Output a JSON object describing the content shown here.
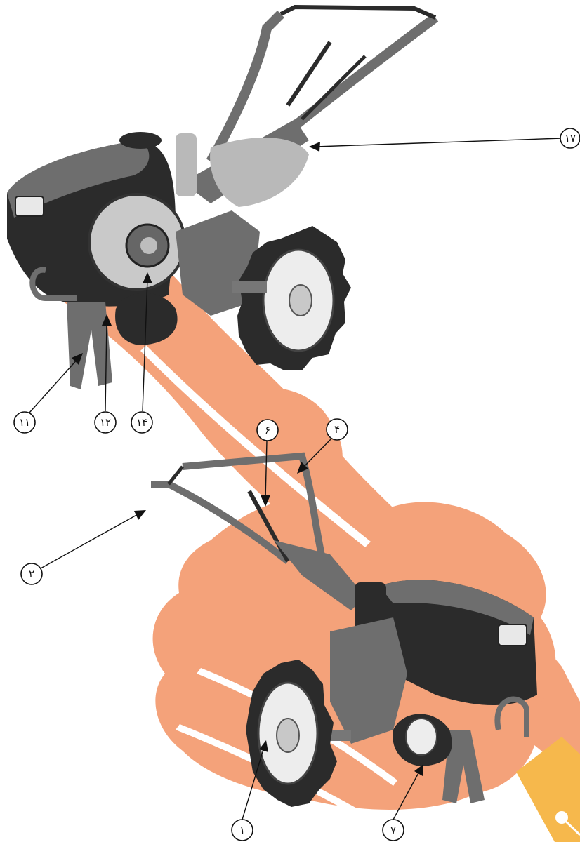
{
  "colors": {
    "splash": "#f4a27a",
    "splash_light": "#f8c3a2",
    "nib": "#f6b84c",
    "machine_dark": "#2b2b2b",
    "machine_mid": "#6e6e6e",
    "machine_light": "#b9b9b9",
    "tire_hub": "#e9e9e9",
    "leader": "#111111"
  },
  "callouts": [
    {
      "id": "17",
      "label": "۱۷"
    },
    {
      "id": "11",
      "label": "۱۱"
    },
    {
      "id": "12",
      "label": "۱۲"
    },
    {
      "id": "14",
      "label": "۱۴"
    },
    {
      "id": "6",
      "label": "۶"
    },
    {
      "id": "4",
      "label": "۴"
    },
    {
      "id": "2",
      "label": "۲"
    },
    {
      "id": "1",
      "label": "۱"
    },
    {
      "id": "7",
      "label": "۷"
    }
  ]
}
